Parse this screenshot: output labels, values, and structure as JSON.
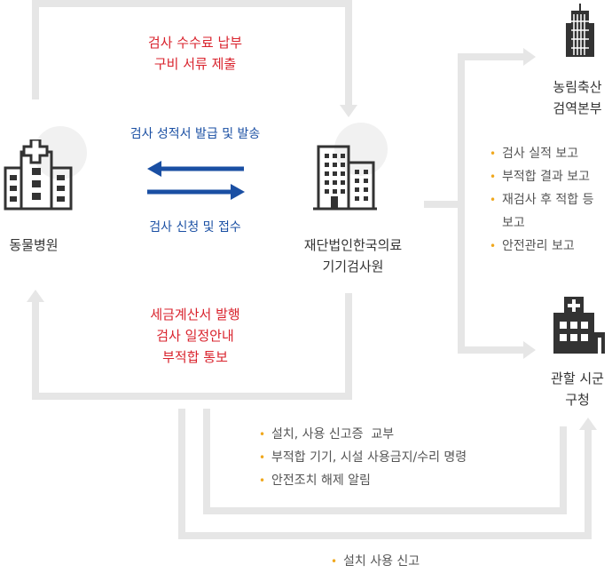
{
  "nodes": {
    "hospital": "동물병원",
    "institute_line1": "재단법인한국의료",
    "institute_line2": "기기검사원",
    "ministry_line1": "농림축산",
    "ministry_line2": "검역본부",
    "district_line1": "관할 시군",
    "district_line2": "구청"
  },
  "flows": {
    "top_red_line1": "검사 수수료 납부",
    "top_red_line2": "구비 서류 제출",
    "blue_top": "검사 성적서 발급 및 발송",
    "blue_bottom": "검사 신청 및 접수",
    "bottom_red_line1": "세금계산서 발행",
    "bottom_red_line2": "검사 일정안내",
    "bottom_red_line3": "부적합 통보"
  },
  "reports": [
    "검사 실적 보고",
    "부적합 결과 보고",
    "재검사 후 적합 등",
    "보고",
    "안전관리 보고"
  ],
  "notices": [
    "설치, 사용 신고증  교부",
    "부적합 기기, 시설 사용금지/수리 명령",
    "안전조치 해제 알림"
  ],
  "install_report": "설치 사용 신고",
  "colors": {
    "line": "#e6e6e6",
    "red": "#d9232d",
    "blue": "#1a4fa3",
    "bullet": "#f0a81e",
    "icon": "#333333"
  }
}
